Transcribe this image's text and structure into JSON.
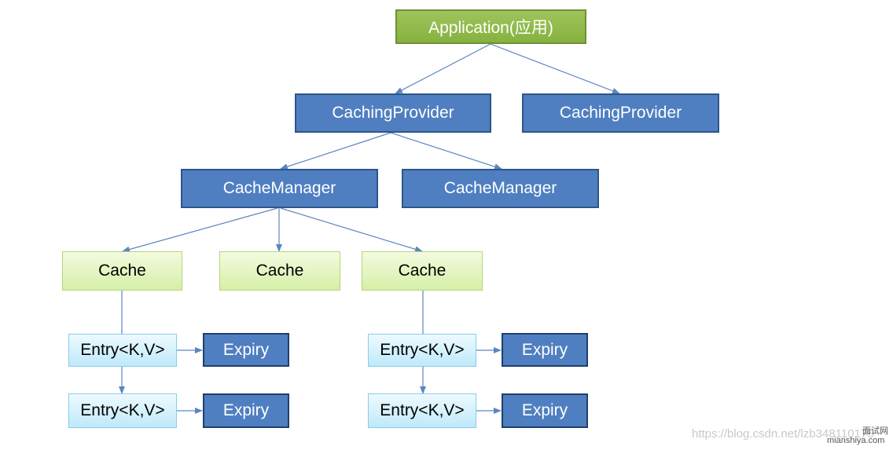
{
  "nodes": {
    "application": "Application(应用)",
    "provider_1": "CachingProvider",
    "provider_2": "CachingProvider",
    "manager_1": "CacheManager",
    "manager_2": "CacheManager",
    "cache_1": "Cache",
    "cache_2": "Cache",
    "cache_3": "Cache",
    "entry_1": "Entry<K,V>",
    "entry_2": "Entry<K,V>",
    "entry_3": "Entry<K,V>",
    "entry_4": "Entry<K,V>",
    "expiry_1": "Expiry",
    "expiry_2": "Expiry",
    "expiry_3": "Expiry",
    "expiry_4": "Expiry"
  },
  "watermark": {
    "url": "https://blog.csdn.net/lzb348110175",
    "brand_cn": "面试网",
    "brand_domain": "mianshiya.com"
  },
  "colors": {
    "application": "#9bc25a",
    "provider": "#4f7fc1",
    "cache": "#e6f5c4",
    "entry": "#d6f1fc",
    "expiry": "#4f7fc1",
    "connector": "#5b86c0"
  }
}
